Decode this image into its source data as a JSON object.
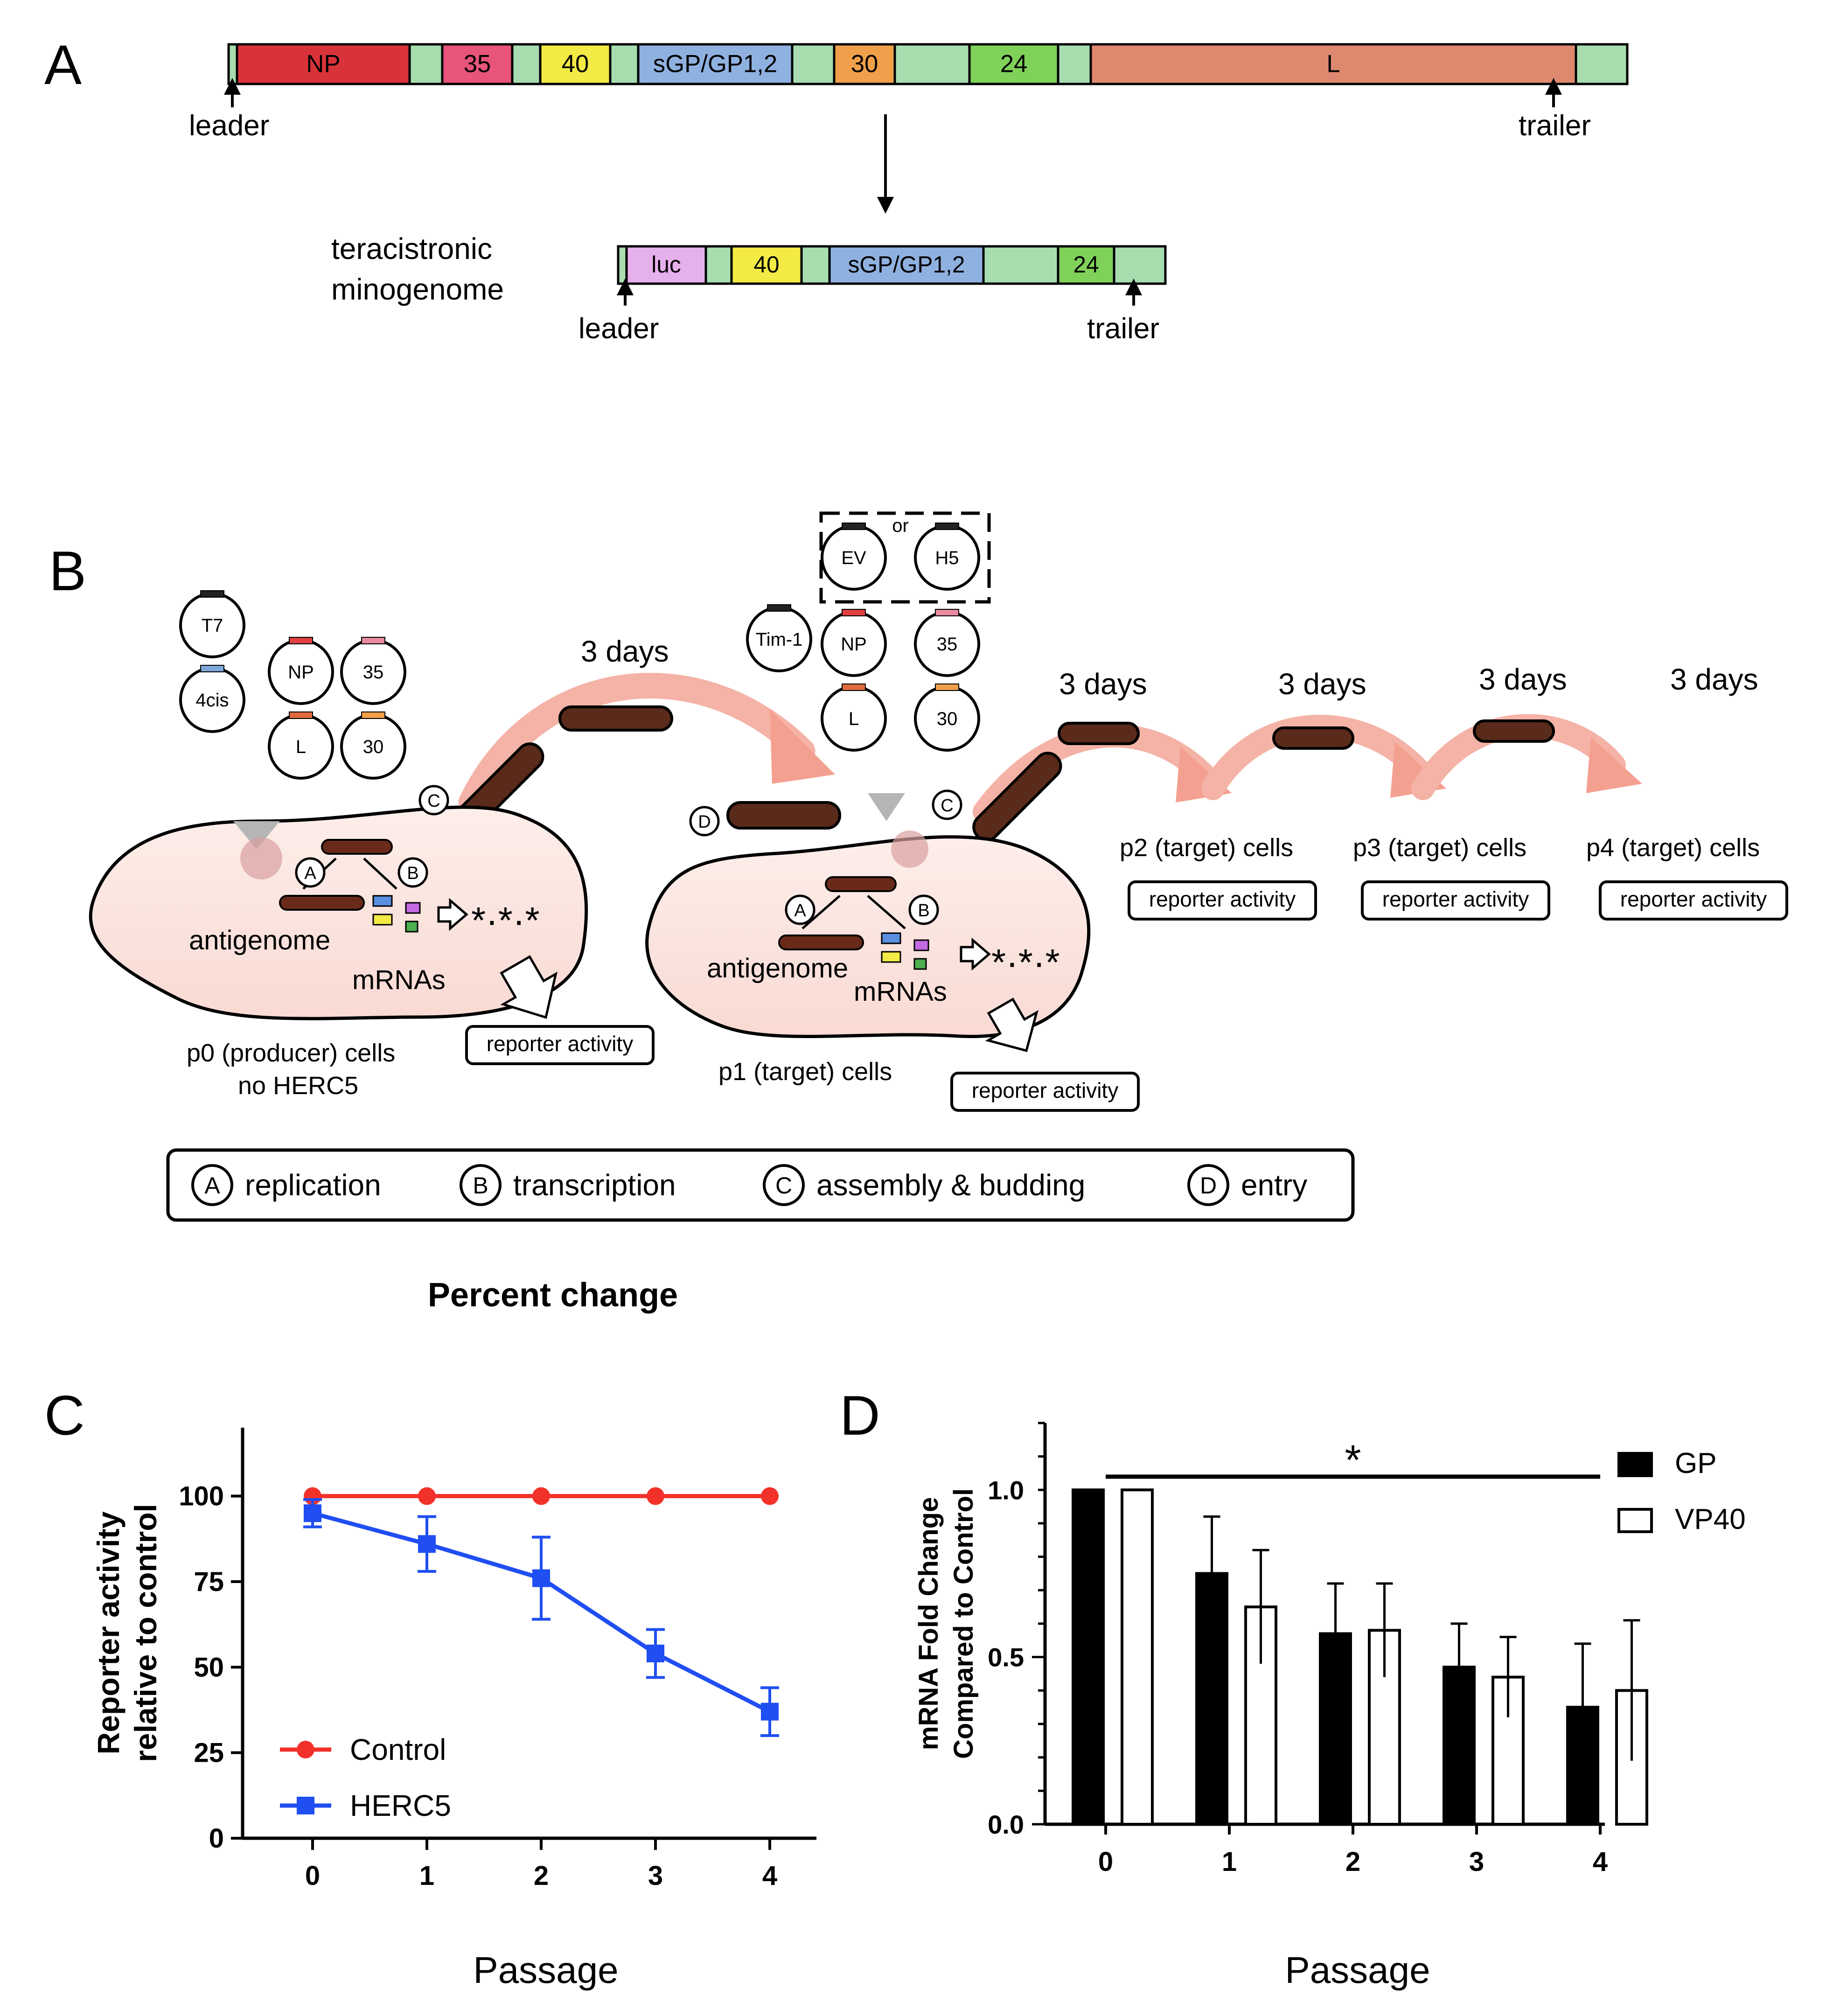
{
  "panels": {
    "a": {
      "letter": "A",
      "genome": {
        "segments": [
          {
            "label": "NP",
            "color": "#d9333a"
          },
          {
            "label": "35",
            "color": "#e8547a"
          },
          {
            "label": "40",
            "color": "#f3ea45"
          },
          {
            "label": "sGP/GP1,2",
            "color": "#8fb1e0"
          },
          {
            "label": "30",
            "color": "#f0a04a"
          },
          {
            "label": "24",
            "color": "#7fd15a"
          },
          {
            "label": "L",
            "color": "#df8870"
          }
        ],
        "spacer_color": "#a8ddb0",
        "leader": "leader",
        "trailer": "trailer"
      },
      "minigenome": {
        "caption_line1": "teracistronic",
        "caption_line2": "minogenome",
        "segments": [
          {
            "label": "luc",
            "color": "#e6b0ec"
          },
          {
            "label": "40",
            "color": "#f3ea45"
          },
          {
            "label": "sGP/GP1,2",
            "color": "#8fb1e0"
          },
          {
            "label": "24",
            "color": "#7fd15a"
          }
        ],
        "leader": "leader",
        "trailer": "trailer"
      }
    },
    "b": {
      "letter": "B",
      "plasmids_p0": [
        "T7",
        "4cis",
        "NP",
        "35",
        "L",
        "30"
      ],
      "plasmids_p1": [
        "EV",
        "H5",
        "Tim-1",
        "NP",
        "35",
        "L",
        "30"
      ],
      "or_label": "or",
      "days_label": "3 days",
      "circle_labels": {
        "a": "A",
        "b": "B",
        "c": "C",
        "d": "D"
      },
      "cell_p0": {
        "antigenome": "antigenome",
        "mrnas": "mRNAs",
        "caption1": "p0 (producer) cells",
        "caption2": "no HERC5"
      },
      "cell_p1": {
        "antigenome": "antigenome",
        "mrnas": "mRNAs",
        "caption": "p1 (target) cells"
      },
      "targets": [
        "p2 (target) cells",
        "p3 (target) cells",
        "p4 (target) cells"
      ],
      "reporter_activity": "reporter activity",
      "legend": [
        {
          "key": "A",
          "text": "replication"
        },
        {
          "key": "B",
          "text": "transcription"
        },
        {
          "key": "C",
          "text": "assembly & budding"
        },
        {
          "key": "D",
          "text": "entry"
        }
      ],
      "percent_change": "Percent change"
    },
    "c": {
      "letter": "C"
    },
    "d": {
      "letter": "D"
    }
  },
  "chart_data": [
    {
      "type": "line",
      "panel": "C",
      "x": [
        0,
        1,
        2,
        3,
        4
      ],
      "xlabel": "Passage",
      "ylabel_line1": "Reporter activity",
      "ylabel_line2": "relative to control",
      "ylim": [
        0,
        120
      ],
      "yticks": [
        0,
        25,
        50,
        75,
        100
      ],
      "xticks": [
        0,
        1,
        2,
        3,
        4
      ],
      "series": [
        {
          "name": "Control",
          "color": "#f2322a",
          "marker": "circle",
          "values": [
            100,
            100,
            100,
            100,
            100
          ],
          "errors": [
            0,
            0,
            0,
            0,
            0
          ]
        },
        {
          "name": "HERC5",
          "color": "#1f4ef2",
          "marker": "square",
          "values": [
            95,
            86,
            76,
            54,
            37
          ],
          "errors": [
            4,
            8,
            12,
            7,
            7
          ]
        }
      ],
      "legend_position": "bottom-left"
    },
    {
      "type": "bar",
      "panel": "D",
      "categories": [
        "0",
        "1",
        "2",
        "3",
        "4"
      ],
      "xlabel": "Passage",
      "ylabel_line1": "mRNA Fold Change",
      "ylabel_line2": "Compared to Control",
      "ylim": [
        0,
        1.2
      ],
      "yticks": [
        "0.0",
        "0.5",
        "1.0"
      ],
      "significance": "*",
      "series": [
        {
          "name": "GP",
          "fill": "#000000",
          "values": [
            1.0,
            0.75,
            0.57,
            0.47,
            0.35
          ],
          "errors": [
            0,
            0.17,
            0.15,
            0.13,
            0.19
          ]
        },
        {
          "name": "VP40",
          "fill": "#ffffff",
          "values": [
            1.0,
            0.65,
            0.58,
            0.44,
            0.4
          ],
          "errors": [
            0,
            0.17,
            0.14,
            0.12,
            0.21
          ]
        }
      ],
      "legend_position": "top-right"
    }
  ]
}
